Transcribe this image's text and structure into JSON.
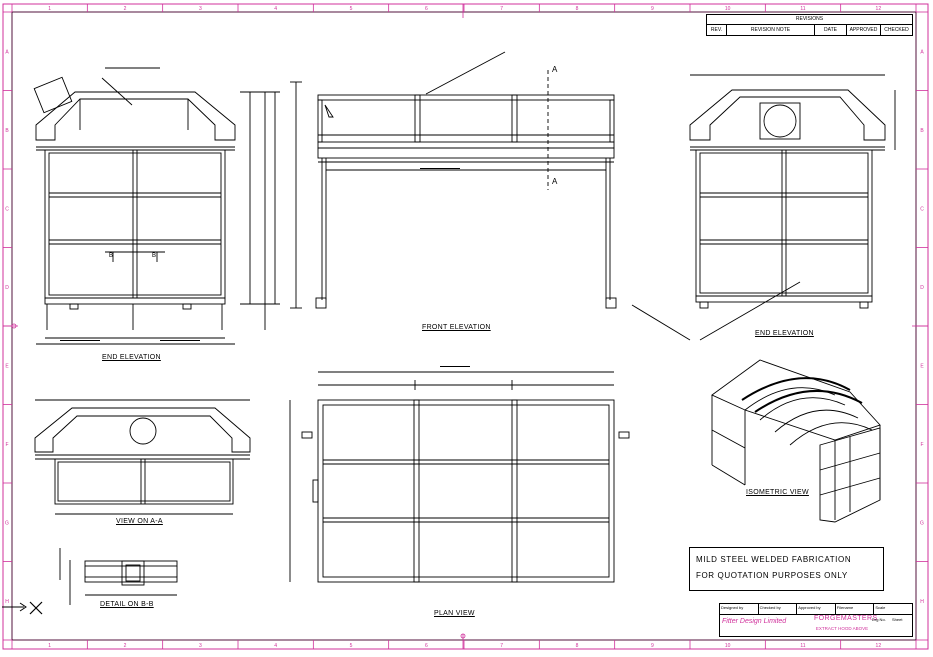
{
  "drawing": {
    "views": {
      "end_elevation_left": "END ELEVATION",
      "front_elevation": "FRONT ELEVATION",
      "end_elevation_right": "END ELEVATION",
      "view_on_aa": "VIEW ON A-A",
      "detail_bb": "DETAIL ON B-B",
      "plan_view": "PLAN VIEW",
      "isometric_view": "ISOMETRIC VIEW"
    },
    "section_marks": {
      "a_top": "A",
      "a_bottom": "A",
      "b_left": "B",
      "b_right": "B"
    },
    "note": {
      "line1": "MILD STEEL WELDED FABRICATION",
      "line2": "FOR QUOTATION PURPOSES ONLY"
    },
    "revisions": {
      "title": "REVISIONS",
      "columns": [
        "REV.",
        "REVISION NOTE",
        "DATE",
        "APPROVED",
        "CHECKED"
      ]
    },
    "title_block": {
      "firm": "Fitter Design Limited",
      "client": "FORGEMASTERS",
      "project": "EXTRACT HOOD ABOVE",
      "labels": [
        "Designed by",
        "Checked by",
        "Approved by",
        "Filename",
        "Scale"
      ],
      "drawing_no": "Drg No.",
      "sheet": "Sheet"
    },
    "border": {
      "cols": [
        "1",
        "2",
        "3",
        "4",
        "5",
        "6",
        "7",
        "8",
        "9",
        "10",
        "11",
        "12"
      ],
      "rows": [
        "A",
        "B",
        "C",
        "D",
        "E",
        "F",
        "G",
        "H"
      ]
    }
  }
}
